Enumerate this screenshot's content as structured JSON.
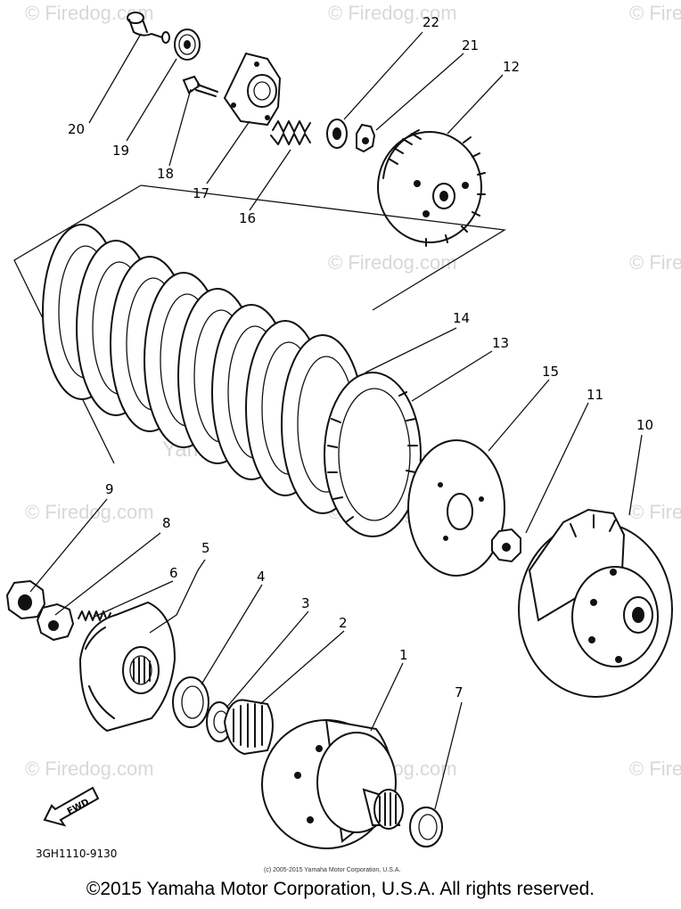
{
  "watermarks": {
    "site": "© Firedog.com",
    "company": "Yamaha Motor Corp. U.S.A."
  },
  "callouts": [
    "1",
    "2",
    "3",
    "4",
    "5",
    "6",
    "7",
    "8",
    "9",
    "10",
    "11",
    "12",
    "13",
    "14",
    "15",
    "16",
    "17",
    "18",
    "19",
    "20",
    "21",
    "22"
  ],
  "diagram_code": "3GH1110-9130",
  "fwd_label": "FWD",
  "small_copyright": "(c) 2005-2015 Yamaha Motor Corporation, U.S.A.",
  "footer": "©2015 Yamaha Motor Corporation, U.S.A. All rights reserved."
}
